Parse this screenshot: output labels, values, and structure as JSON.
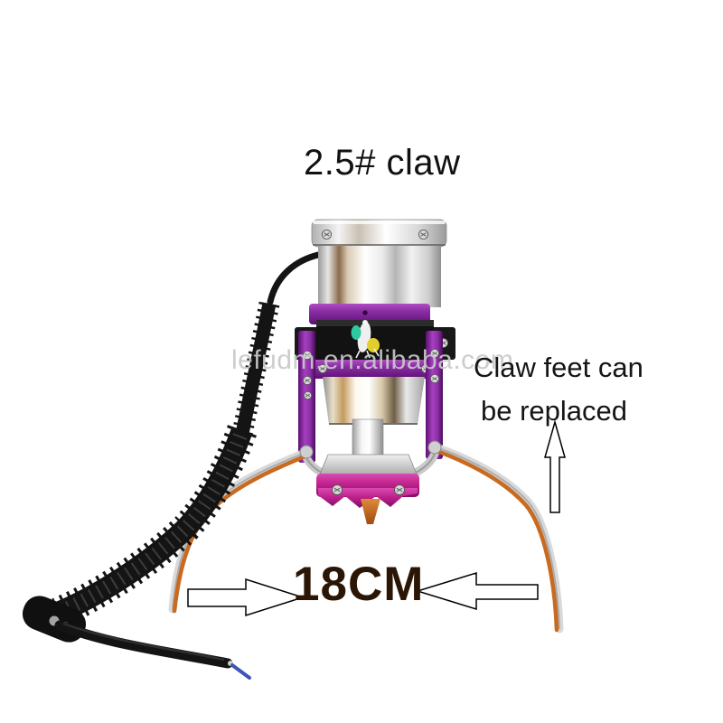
{
  "title": "2.5# claw",
  "watermark": "lefudm.en.alibaba.com",
  "annotation": {
    "line1": "Claw feet can",
    "line2": "be replaced"
  },
  "dimension_label": "18CM",
  "icons": {
    "arrow_left_block": "block-arrow-pointing-left",
    "arrow_right_block": "block-arrow-pointing-right",
    "arrow_up_outline": "outline-arrow-pointing-up"
  },
  "colors": {
    "purple": "#8b2fa5",
    "purple-dark": "#5e0f73",
    "magenta": "#c0218c",
    "orange": "#c86a20",
    "orange-dark": "#a04a10",
    "cable": "#141414",
    "text": "#111111",
    "dim-text": "#2b1606",
    "watermark": "#c9c9c9"
  }
}
